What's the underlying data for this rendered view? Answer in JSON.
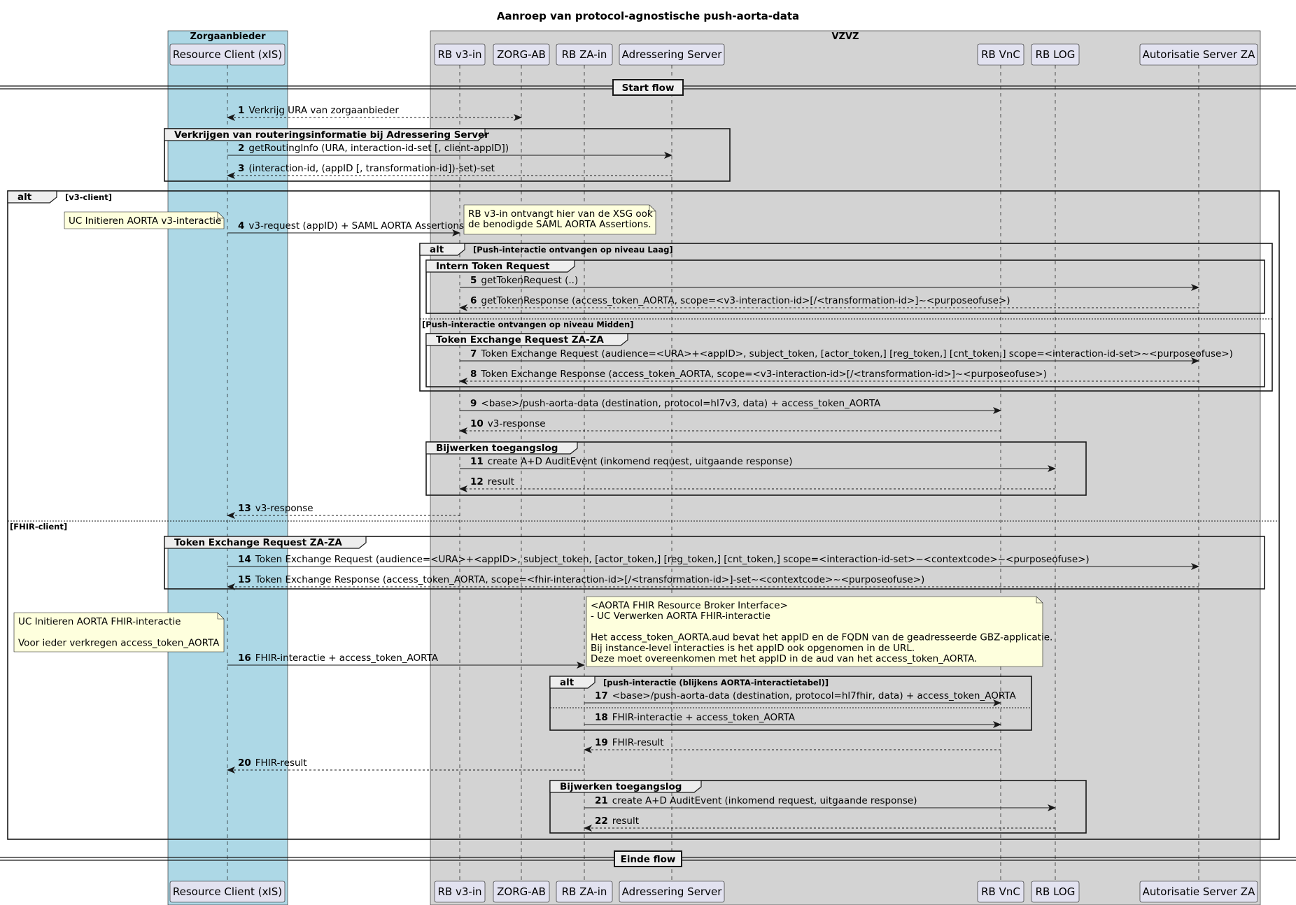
{
  "title": "Aanroep van protocol-agnostische push-aorta-data",
  "colors": {
    "zorgaanbieder_box": "#ADD8E6",
    "vzvz_box": "#D3D3D3",
    "participant_fill": "#E2E2F0",
    "participant_border": "#181818",
    "note_fill": "#FEFFDD",
    "line": "#181818"
  },
  "boxes": [
    {
      "id": "zorgaanbieder",
      "label": "Zorgaanbieder"
    },
    {
      "id": "vzvz",
      "label": "VZVZ"
    }
  ],
  "participants": [
    {
      "id": "rc",
      "label": "Resource Client (xIS)"
    },
    {
      "id": "rbv3",
      "label": "RB v3-in"
    },
    {
      "id": "zorgab",
      "label": "ZORG-AB"
    },
    {
      "id": "rbza",
      "label": "RB ZA-in"
    },
    {
      "id": "adr",
      "label": "Adressering Server"
    },
    {
      "id": "rbvnc",
      "label": "RB VnC"
    },
    {
      "id": "rblog",
      "label": "RB LOG"
    },
    {
      "id": "auth",
      "label": "Autorisatie Server ZA"
    }
  ],
  "dividers": [
    {
      "id": "start",
      "label": "Start flow"
    },
    {
      "id": "end",
      "label": "Einde flow"
    }
  ],
  "groups": [
    {
      "id": "g_routing",
      "label": "Verkrijgen van routeringsinformatie bij Adressering Server"
    },
    {
      "id": "g_alt_outer",
      "label": "alt",
      "conditions": [
        "[v3-client]",
        "[FHIR-client]"
      ]
    },
    {
      "id": "g_alt_push",
      "label": "alt",
      "conditions": [
        "[Push-interactie ontvangen op niveau Laag]",
        "[Push-interactie ontvangen op niveau Midden]"
      ]
    },
    {
      "id": "g_intern",
      "label": "Intern Token Request"
    },
    {
      "id": "g_tx1",
      "label": "Token Exchange Request ZA-ZA"
    },
    {
      "id": "g_log1",
      "label": "Bijwerken toegangslog"
    },
    {
      "id": "g_tx2",
      "label": "Token Exchange Request ZA-ZA"
    },
    {
      "id": "g_alt_fhir",
      "label": "alt",
      "conditions": [
        "[push-interactie (blijkens AORTA-interactietabel)]"
      ]
    },
    {
      "id": "g_log2",
      "label": "Bijwerken toegangslog"
    }
  ],
  "notes": [
    {
      "id": "n1",
      "lines": [
        "UC Initieren AORTA v3-interactie"
      ]
    },
    {
      "id": "n2",
      "lines": [
        "RB v3-in ontvangt hier van de XSG ook",
        "de benodigde SAML AORTA Assertions."
      ]
    },
    {
      "id": "n3",
      "lines": [
        "UC Initieren AORTA FHIR-interactie",
        "",
        "Voor ieder verkregen access_token_AORTA"
      ]
    },
    {
      "id": "n4",
      "lines": [
        "<AORTA FHIR Resource Broker Interface>",
        "- UC Verwerken AORTA FHIR-interactie",
        "",
        "Het access_token_AORTA.aud bevat het appID en de FQDN van de geadresseerde GBZ-applicatie.",
        "Bij instance-level interacties is het appID ook opgenomen in de URL.",
        "Deze moet overeenkomen met het appID in de aud van het access_token_AORTA."
      ]
    }
  ],
  "messages": [
    {
      "num": "1",
      "text": "Verkrijg URA van zorgaanbieder",
      "from": "zorgab",
      "to": "rc",
      "dashed": true,
      "both": true
    },
    {
      "num": "2",
      "text": "getRoutingInfo (URA, interaction-id-set [, client-appID])",
      "from": "rc",
      "to": "adr",
      "dashed": false
    },
    {
      "num": "3",
      "text": "(interaction-id, (appID [, transformation-id])-set)-set",
      "from": "adr",
      "to": "rc",
      "dashed": true
    },
    {
      "num": "4",
      "text": "v3-request (appID) + SAML AORTA Assertions",
      "from": "rc",
      "to": "rbv3",
      "dashed": false
    },
    {
      "num": "5",
      "text": "getTokenRequest (..)",
      "from": "rbv3",
      "to": "auth",
      "dashed": false
    },
    {
      "num": "6",
      "text": "getTokenResponse (access_token_AORTA, scope=<v3-interaction-id>[/<transformation-id>]~<purposeofuse>)",
      "from": "auth",
      "to": "rbv3",
      "dashed": true
    },
    {
      "num": "7",
      "text": "Token Exchange Request (audience=<URA>+<appID>, subject_token, [actor_token,] [reg_token,] [cnt_token,] scope=<interaction-id-set>~<purposeofuse>)",
      "from": "rbv3",
      "to": "auth",
      "dashed": false
    },
    {
      "num": "8",
      "text": "Token Exchange Response (access_token_AORTA, scope=<v3-interaction-id>[/<transformation-id>]~<purposeofuse>)",
      "from": "auth",
      "to": "rbv3",
      "dashed": true
    },
    {
      "num": "9",
      "text": "<base>/push-aorta-data (destination, protocol=hl7v3, data) + access_token_AORTA",
      "from": "rbv3",
      "to": "rbvnc",
      "dashed": false
    },
    {
      "num": "10",
      "text": "v3-response",
      "from": "rbvnc",
      "to": "rbv3",
      "dashed": true
    },
    {
      "num": "11",
      "text": "create A+D AuditEvent (inkomend request, uitgaande response)",
      "from": "rbv3",
      "to": "rblog",
      "dashed": false
    },
    {
      "num": "12",
      "text": "result",
      "from": "rblog",
      "to": "rbv3",
      "dashed": true
    },
    {
      "num": "13",
      "text": "v3-response",
      "from": "rbv3",
      "to": "rc",
      "dashed": true
    },
    {
      "num": "14",
      "text": "Token Exchange Request (audience=<URA>+<appID>, subject_token, [actor_token,] [reg_token,] [cnt_token,] scope=<interaction-id-set>~<contextcode>~<purposeofuse>)",
      "from": "rc",
      "to": "auth",
      "dashed": false
    },
    {
      "num": "15",
      "text": "Token Exchange Response (access_token_AORTA, scope=<fhir-interaction-id>[/<transformation-id>]-set~<contextcode>~<purposeofuse>)",
      "from": "auth",
      "to": "rc",
      "dashed": true
    },
    {
      "num": "16",
      "text": "FHIR-interactie + access_token_AORTA",
      "from": "rc",
      "to": "rbza",
      "dashed": false
    },
    {
      "num": "17",
      "text": "<base>/push-aorta-data (destination, protocol=hl7fhir, data) + access_token_AORTA",
      "from": "rbza",
      "to": "rbvnc",
      "dashed": false
    },
    {
      "num": "18",
      "text": "FHIR-interactie + access_token_AORTA",
      "from": "rbza",
      "to": "rbvnc",
      "dashed": false
    },
    {
      "num": "19",
      "text": "FHIR-result",
      "from": "rbvnc",
      "to": "rbza",
      "dashed": true
    },
    {
      "num": "20",
      "text": "FHIR-result",
      "from": "rbza",
      "to": "rc",
      "dashed": true
    },
    {
      "num": "21",
      "text": "create A+D AuditEvent (inkomend request, uitgaande response)",
      "from": "rbza",
      "to": "rblog",
      "dashed": false
    },
    {
      "num": "22",
      "text": "result",
      "from": "rblog",
      "to": "rbza",
      "dashed": true
    }
  ]
}
